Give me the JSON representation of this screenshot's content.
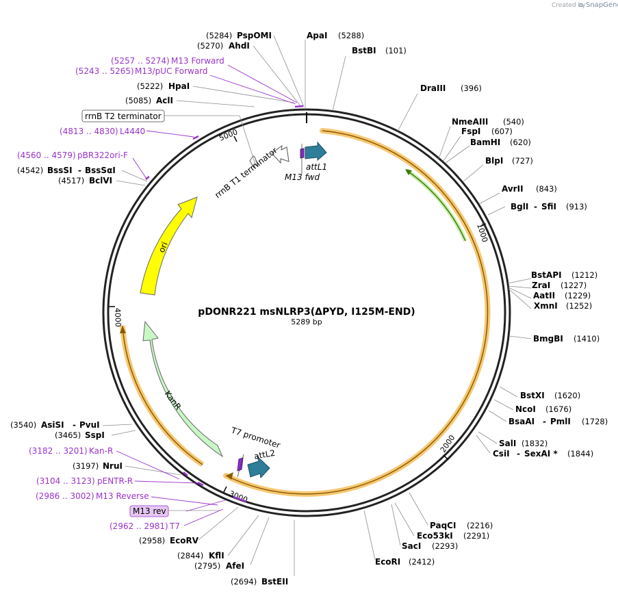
{
  "credit": {
    "prefix": "Created by",
    "brand": "SnapGene"
  },
  "plasmid": {
    "name": "pDONR221 msNLRP3(ΔPYD, I125M-END)",
    "length": "5289 bp"
  },
  "ticks": [
    "1000",
    "2000",
    "3000",
    "4000",
    "5000"
  ],
  "sites": [
    {
      "name": "ApaI",
      "pos": "(5288)"
    },
    {
      "name": "BstBI",
      "pos": "(101)"
    },
    {
      "name": "DraIII",
      "pos": "(396)"
    },
    {
      "name": "NmeAIII",
      "pos": "(540)"
    },
    {
      "name": "FspI",
      "pos": "(607)"
    },
    {
      "name": "BamHI",
      "pos": "(620)"
    },
    {
      "name": "BlpI",
      "pos": "(727)"
    },
    {
      "name": "AvrII",
      "pos": "(843)"
    },
    {
      "name": "BglI",
      "name2": "SfiI",
      "pos": "(913)"
    },
    {
      "name": "BstAPI",
      "pos": "(1212)"
    },
    {
      "name": "ZraI",
      "pos": "(1227)"
    },
    {
      "name": "AatII",
      "pos": "(1229)"
    },
    {
      "name": "XmnI",
      "pos": "(1252)"
    },
    {
      "name": "BmgBI",
      "pos": "(1410)"
    },
    {
      "name": "BstXI",
      "pos": "(1620)"
    },
    {
      "name": "NcoI",
      "pos": "(1676)"
    },
    {
      "name": "BsaAI",
      "name2": "PmlI",
      "pos": "(1728)"
    },
    {
      "name": "SalI",
      "pos": "(1832)"
    },
    {
      "name": "CsiI",
      "name2": "SexAI *",
      "pos": "(1844)"
    },
    {
      "name": "PaqCI",
      "pos": "(2216)"
    },
    {
      "name": "Eco53kI",
      "pos": "(2291)"
    },
    {
      "name": "SacI",
      "pos": "(2293)"
    },
    {
      "name": "EcoRI",
      "pos": "(2412)"
    },
    {
      "name": "BstEII",
      "pos": "(2694)"
    },
    {
      "name": "AfeI",
      "pos": "(2795)"
    },
    {
      "name": "KflI",
      "pos": "(2844)"
    },
    {
      "name": "EcoRV",
      "pos": "(2958)"
    },
    {
      "name": "NruI",
      "pos": "(3197)"
    },
    {
      "name": "SspI",
      "pos": "(3465)"
    },
    {
      "name": "AsiSI",
      "name2": "PvuI",
      "pos": "(3540)"
    },
    {
      "name": "BclVI",
      "pos": "(4517)"
    },
    {
      "name": "BssSI",
      "name2": "BssSαI",
      "pos": "(4542)"
    },
    {
      "name": "AclI",
      "pos": "(5085)"
    },
    {
      "name": "HpaI",
      "pos": "(5222)"
    },
    {
      "name": "AhdI",
      "pos": "(5270)"
    },
    {
      "name": "PspOMI",
      "pos": "(5284)"
    }
  ],
  "primers": [
    {
      "range": "(5257 .. 5274)",
      "name": "M13 Forward"
    },
    {
      "range": "(5243 .. 5265)",
      "name": "M13/pUC Forward"
    },
    {
      "range": "(4813 .. 4830)",
      "name": "L4440"
    },
    {
      "range": "(4560 .. 4579)",
      "name": "pBR322ori-F"
    },
    {
      "range": "(3182 .. 3201)",
      "name": "Kan-R"
    },
    {
      "range": "(3104 .. 3123)",
      "name": "pENTR-R"
    },
    {
      "range": "(2986 .. 3002)",
      "name": "M13 Reverse"
    },
    {
      "range": "(2962 .. 2981)",
      "name": "T7"
    }
  ],
  "boxed_labels": {
    "terminator": "rrnB T2 terminator",
    "m13rev": "M13 rev"
  },
  "features": {
    "rrnb_t1": "rrnB T1 terminator",
    "attl1": "attL1",
    "m13fwd": "M13 fwd",
    "ori": "ori",
    "kanr": "KanR",
    "t7": "T7 promoter",
    "attl2": "attL2"
  },
  "colors": {
    "insert_highlight": "#f7c873",
    "insert_line": "#b8860b",
    "green_arrow": "#4a9a1a",
    "ori": "#ffff00",
    "kanr": "#c8f7c5",
    "att": "#2e7d99",
    "primer": "#9932cc",
    "m13rev_box": "#e6c7f2"
  }
}
